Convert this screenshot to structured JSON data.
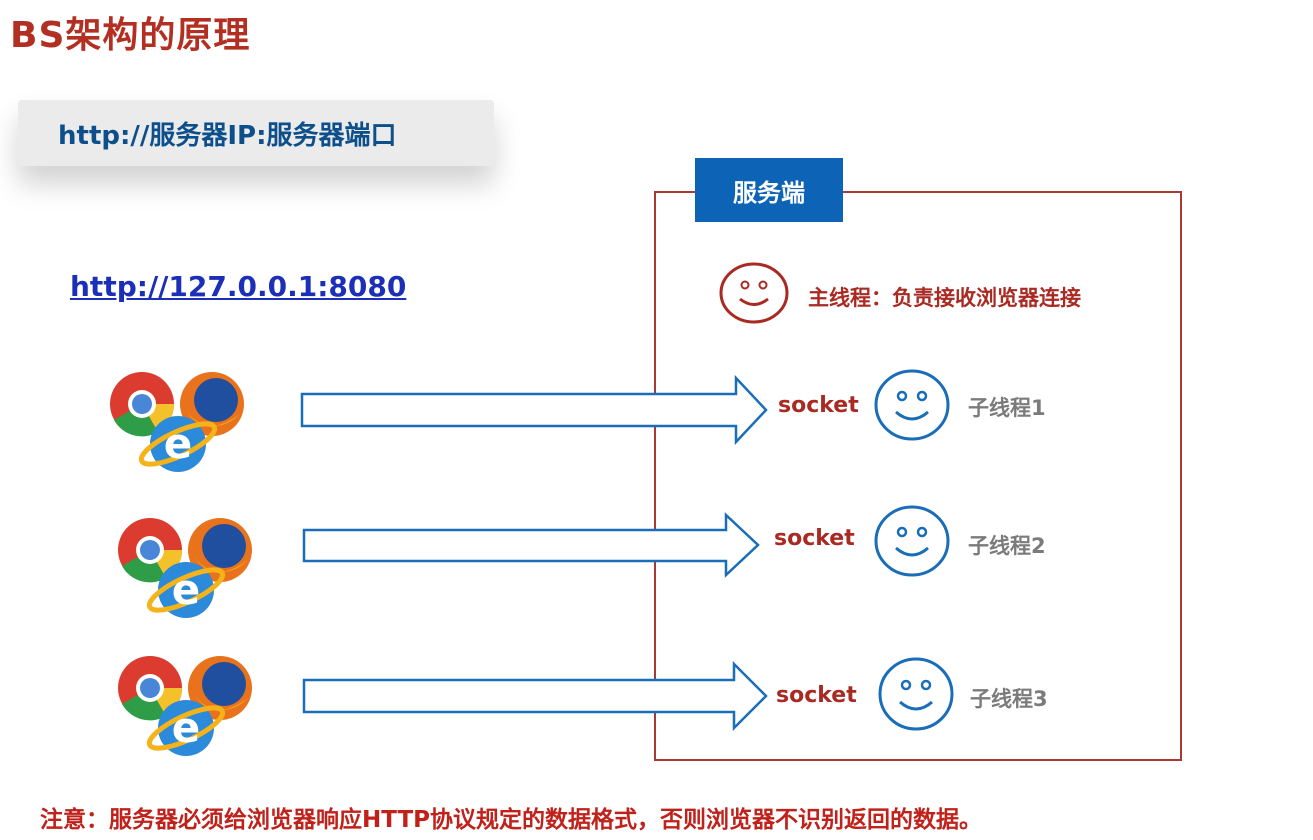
{
  "title": "BS架构的原理",
  "url_template": "http://服务器IP:服务器端口",
  "example_url": "http://127.0.0.1:8080",
  "server": {
    "label": "服务端",
    "main_thread": "主线程：负责接收浏览器连接",
    "connections": [
      {
        "socket": "socket",
        "thread": "子线程1"
      },
      {
        "socket": "socket",
        "thread": "子线程2"
      },
      {
        "socket": "socket",
        "thread": "子线程3"
      }
    ]
  },
  "note": "注意：服务器必须给浏览器响应HTTP协议规定的数据格式，否则浏览器不识别返回的数据。",
  "colors": {
    "title": "#b22f22",
    "server_border": "#a83a32",
    "server_label_bg": "#0d63b5",
    "arrow": "#1a6db8",
    "child_face": "#1a6db8",
    "main_face": "#a82a22"
  }
}
